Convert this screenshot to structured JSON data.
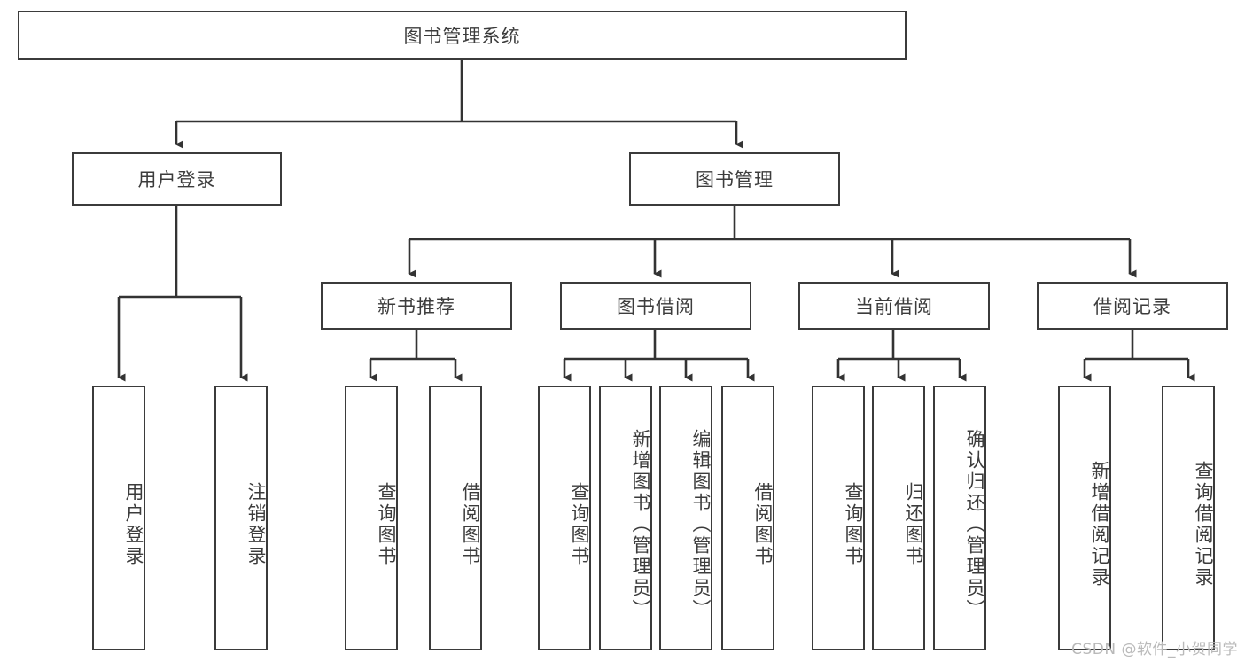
{
  "diagram": {
    "title": "图书管理系统",
    "watermark": "CSDN @软件_小贺同学",
    "colors": {
      "box_border": "#3b3b3b",
      "box_fill": "#ffffff",
      "text": "#3c3c3c",
      "connector": "#333333",
      "background": "#ffffff",
      "watermark": "#b9b9b9"
    },
    "root": {
      "label": "图书管理系统"
    },
    "level2": [
      {
        "label": "用户登录"
      },
      {
        "label": "图书管理"
      }
    ],
    "level3": [
      {
        "label": "新书推荐"
      },
      {
        "label": "图书借阅"
      },
      {
        "label": "当前借阅"
      },
      {
        "label": "借阅记录"
      }
    ],
    "leaves": {
      "user_login": [
        {
          "label": "用户登录"
        },
        {
          "label": "注销登录"
        }
      ],
      "new_book_recommend": [
        {
          "label": "查询图书"
        },
        {
          "label": "借阅图书"
        }
      ],
      "book_borrow": [
        {
          "label": "查询图书"
        },
        {
          "label": "新增图书（管理员）"
        },
        {
          "label": "编辑图书（管理员）"
        },
        {
          "label": "借阅图书"
        }
      ],
      "current_borrow": [
        {
          "label": "查询图书"
        },
        {
          "label": "归还图书"
        },
        {
          "label": "确认归还（管理员）"
        }
      ],
      "borrow_record": [
        {
          "label": "新增借阅记录"
        },
        {
          "label": "查询借阅记录"
        }
      ]
    }
  }
}
